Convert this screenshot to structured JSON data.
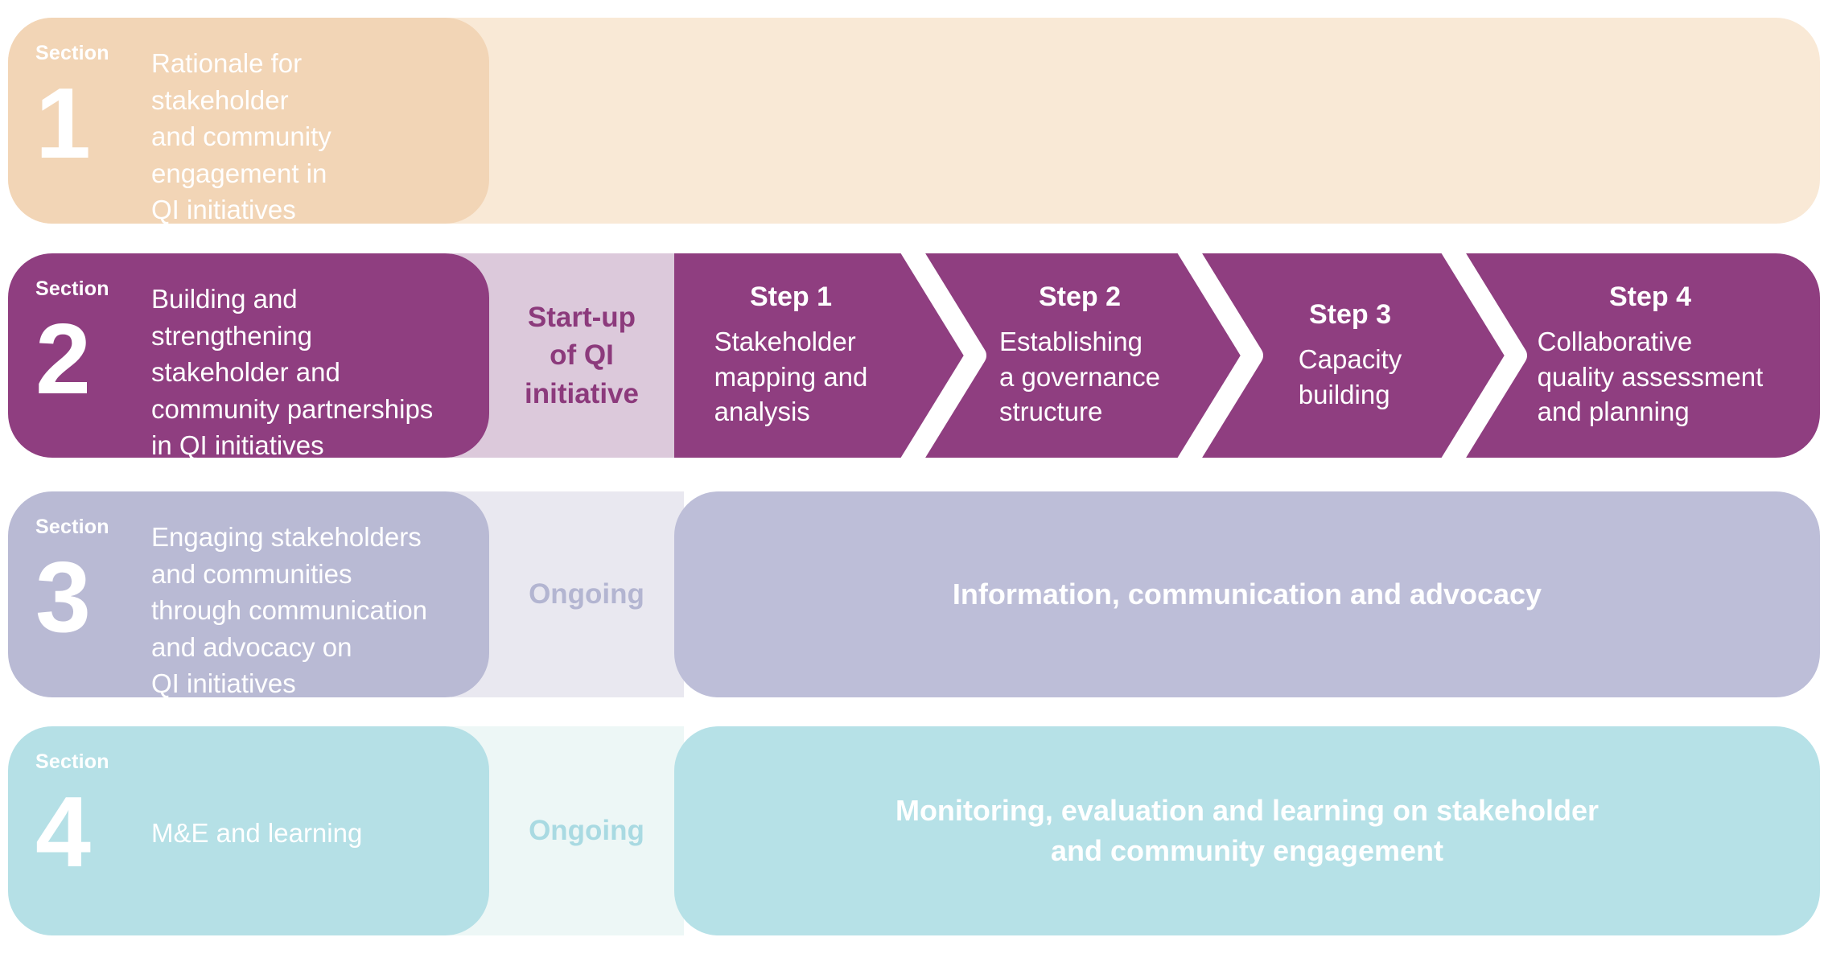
{
  "palette": {
    "row1_dark": "#F2D5B6",
    "row1_light": "#F9E9D6",
    "row2_purple": "#8F3E80",
    "row2_light": "#DCC9DB",
    "row2_text_accent": "#8C3A7C",
    "row3_main": "#B9BAD4",
    "row3_big": "#BDBED8",
    "row3_light": "#E9E8F0",
    "row3_ongoing_text": "#B3B5D1",
    "row4_main": "#B5E0E6",
    "row4_big": "#B6E1E7",
    "row4_light": "#EDF7F6",
    "row4_ongoing_text": "#A9DAE2"
  },
  "rows": [
    {
      "section_label": "Section",
      "number": "1",
      "title": "Rationale for\nstakeholder\nand community\nengagement in\nQI initiatives"
    },
    {
      "section_label": "Section",
      "number": "2",
      "title": "Building and\nstrengthening\nstakeholder and\ncommunity partnerships\nin QI initiatives",
      "phase": "Start-up\nof QI\ninitiative",
      "steps": [
        {
          "label": "Step 1",
          "text": "Stakeholder\nmapping and\nanalysis"
        },
        {
          "label": "Step 2",
          "text": "Establishing\na governance\nstructure"
        },
        {
          "label": "Step 3",
          "text": "Capacity\nbuilding"
        },
        {
          "label": "Step 4",
          "text": "Collaborative\nquality assessment\nand planning"
        }
      ]
    },
    {
      "section_label": "Section",
      "number": "3",
      "title": "Engaging stakeholders\nand communities\nthrough communication\nand advocacy on\nQI initiatives",
      "phase": "Ongoing",
      "band": "Information, communication and advocacy"
    },
    {
      "section_label": "Section",
      "number": "4",
      "title": "M&E and learning",
      "phase": "Ongoing",
      "band": "Monitoring, evaluation and learning on stakeholder\nand community engagement"
    }
  ]
}
